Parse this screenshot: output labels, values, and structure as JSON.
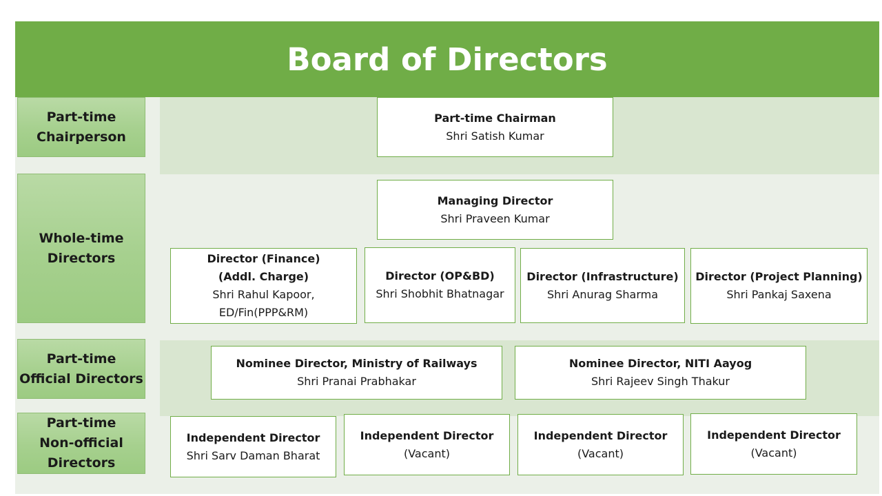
{
  "title": "Board of Directors",
  "rows": [
    {
      "label_lines": [
        "Part-time",
        "Chairperson"
      ]
    },
    {
      "label_lines": [
        "Whole-time",
        "Directors"
      ]
    },
    {
      "label_lines": [
        "Part-time",
        "Official Directors"
      ]
    },
    {
      "label_lines": [
        "Part-time",
        "Non-official",
        "Directors"
      ]
    }
  ],
  "cards": {
    "chairman": {
      "role": [
        "Part-time Chairman"
      ],
      "name": [
        "Shri Satish Kumar"
      ]
    },
    "md": {
      "role": [
        "Managing Director"
      ],
      "name": [
        "Shri Praveen Kumar"
      ]
    },
    "finance": {
      "role": [
        "Director (Finance)",
        "(Addl. Charge)"
      ],
      "name": [
        "Shri Rahul Kapoor,",
        "ED/Fin(PPP&RM)"
      ]
    },
    "opbd": {
      "role": [
        "Director (OP&BD)"
      ],
      "name": [
        "Shri Shobhit Bhatnagar"
      ]
    },
    "infra": {
      "role": [
        "Director (Infrastructure)"
      ],
      "name": [
        "Shri Anurag Sharma"
      ]
    },
    "planning": {
      "role": [
        "Director (Project Planning)"
      ],
      "name": [
        "Shri Pankaj Saxena"
      ]
    },
    "railways": {
      "role": [
        "Nominee Director, Ministry of Railways"
      ],
      "name": [
        "Shri Pranai Prabhakar"
      ]
    },
    "niti": {
      "role": [
        "Nominee Director, NITI Aayog"
      ],
      "name": [
        "Shri Rajeev Singh Thakur"
      ]
    },
    "independent_1": {
      "role": [
        "Independent Director"
      ],
      "name": [
        "Shri Sarv Daman Bharat"
      ]
    },
    "independent_2": {
      "role": [
        "Independent Director"
      ],
      "name": [
        "(Vacant)"
      ]
    },
    "independent_3": {
      "role": [
        "Independent Director"
      ],
      "name": [
        "(Vacant)"
      ]
    },
    "independent_4": {
      "role": [
        "Independent Director"
      ],
      "name": [
        "(Vacant)"
      ]
    }
  },
  "colors": {
    "header": "#70ad47",
    "band_dark": "#d9e6d0",
    "band_light": "#ebf0e8",
    "label_fill": "#a9d18e",
    "card_border": "#70ad47"
  }
}
